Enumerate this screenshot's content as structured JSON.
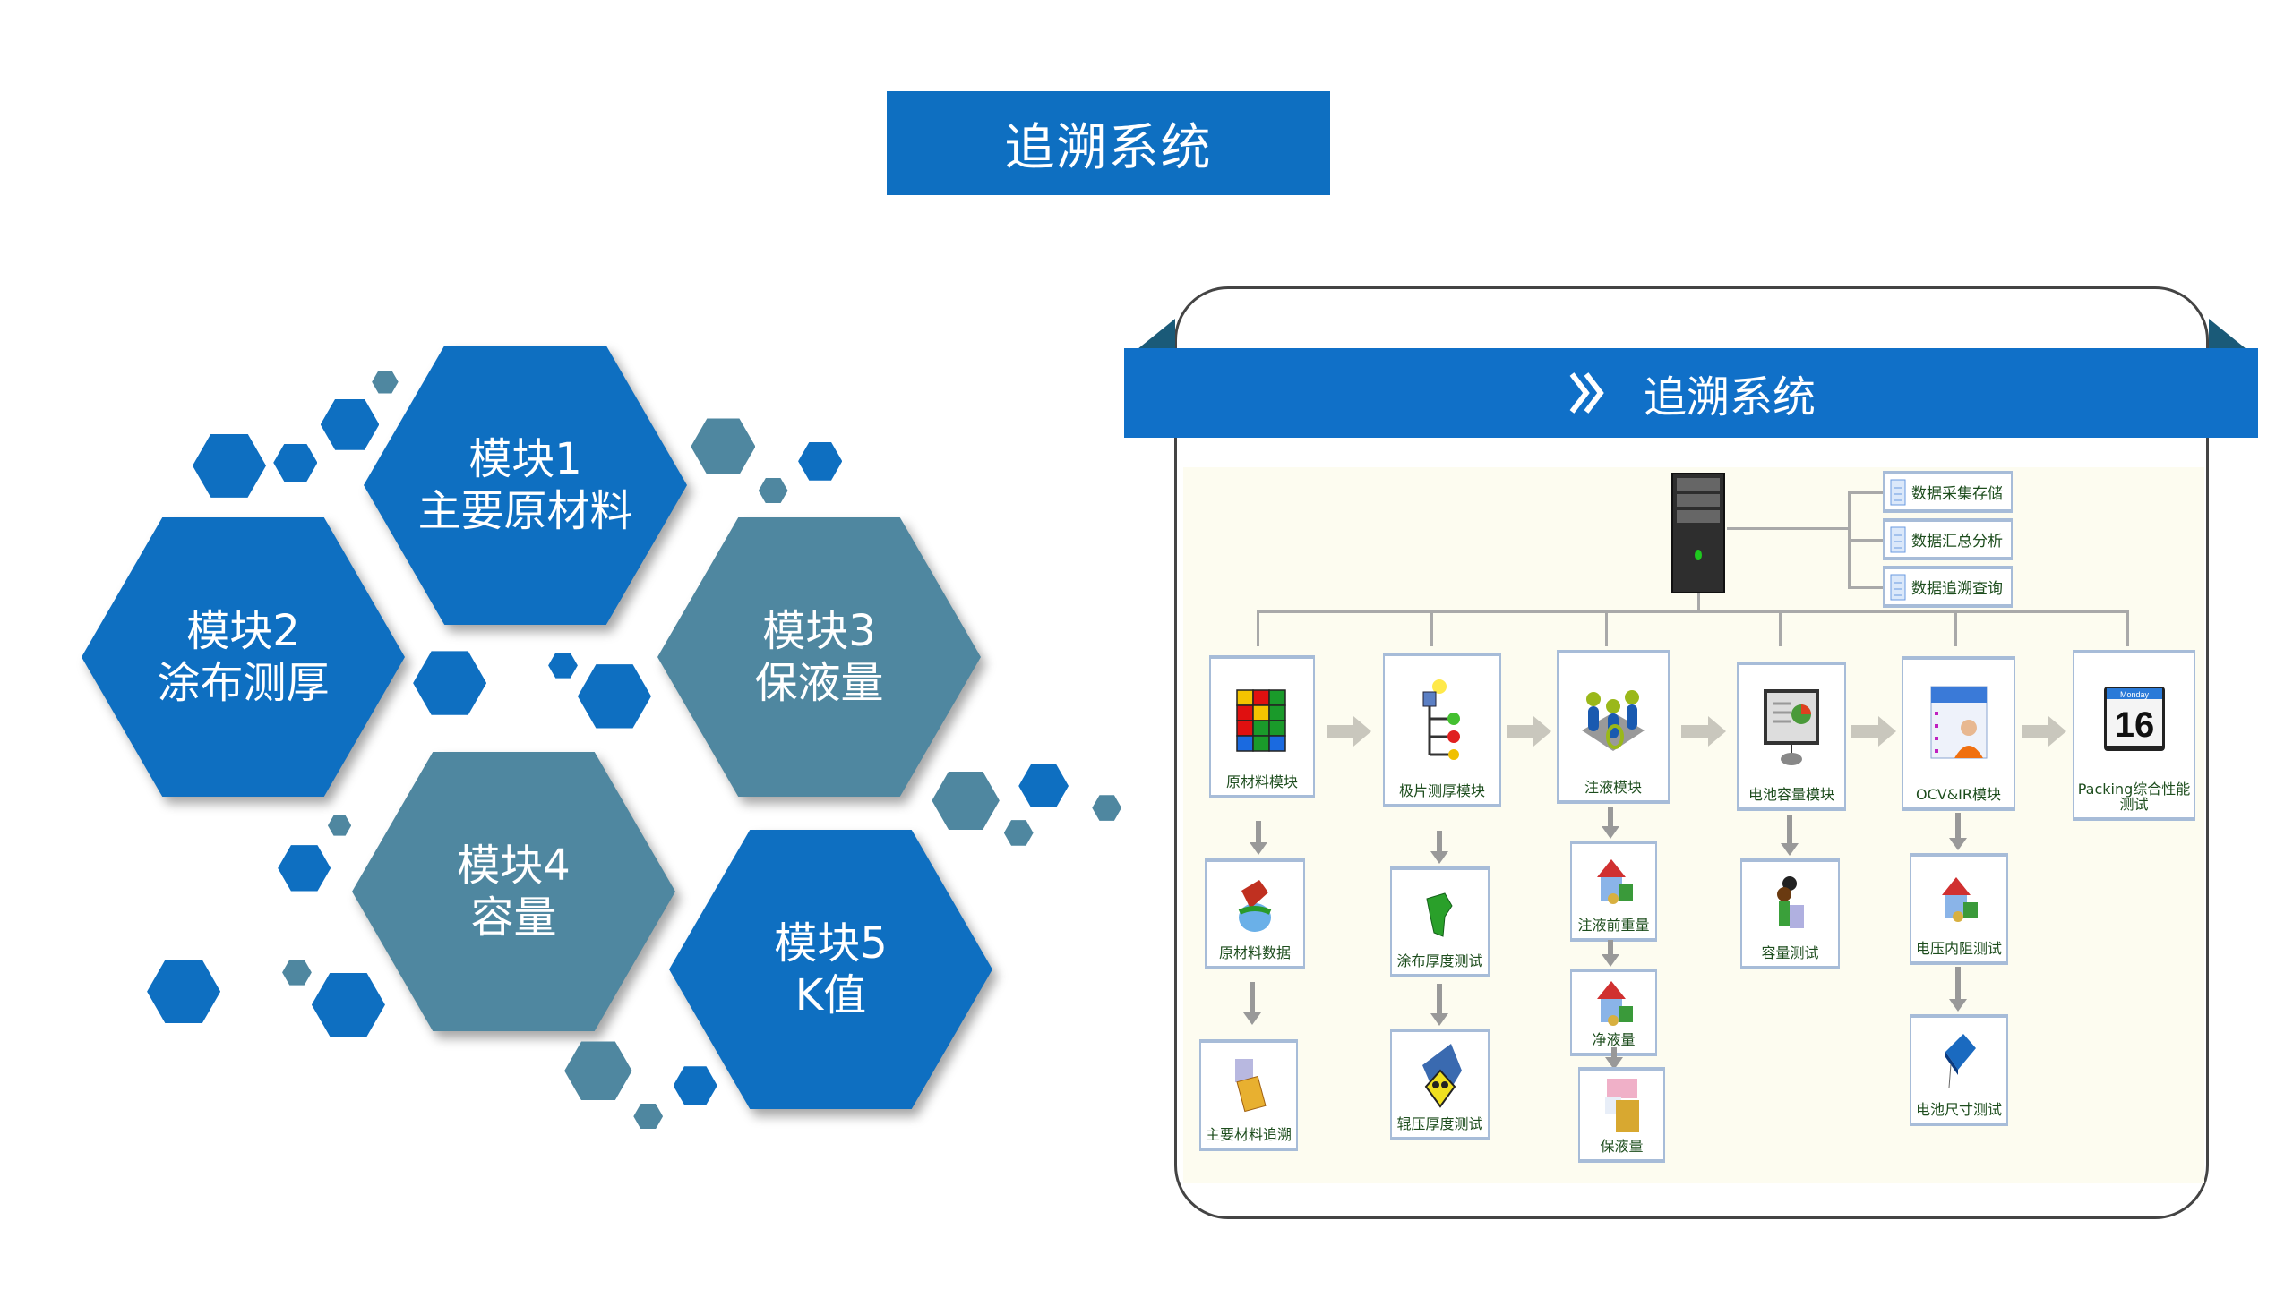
{
  "title": "追溯系统",
  "modules": [
    {
      "line1": "模块1",
      "line2": "主要原材料"
    },
    {
      "line1": "模块2",
      "line2": "涂布测厚"
    },
    {
      "line1": "模块3",
      "line2": "保液量"
    },
    {
      "line1": "模块4",
      "line2": "容量"
    },
    {
      "line1": "模块5",
      "line2": "K值"
    }
  ],
  "panel": {
    "banner_title": "追溯系统",
    "banner_icon": "double-chevron-right-icon",
    "server_functions": [
      "数据采集存储",
      "数据汇总分析",
      "数据追溯查询"
    ],
    "main_modules": [
      "原材料模块",
      "极片测厚模块",
      "注液模块",
      "电池容量模块",
      "OCV&IR模块",
      "Packing综合性能测试"
    ],
    "sub_nodes": {
      "raw": [
        "原材料数据",
        "主要材料追溯"
      ],
      "electrode": [
        "涂布厚度测试",
        "辊压厚度测试"
      ],
      "injection": [
        "注液前重量",
        "净液量",
        "保液量"
      ],
      "capacity": [
        "容量测试"
      ],
      "ocv": [
        "电压内阻测试",
        "电池尺寸测试"
      ]
    },
    "calendar": {
      "day_name": "Monday",
      "day": "16"
    }
  },
  "colors": {
    "blue": "#0e6fc1",
    "teal": "#4f87a0",
    "banner": "#1070c8",
    "label": "#1d4d1d"
  }
}
